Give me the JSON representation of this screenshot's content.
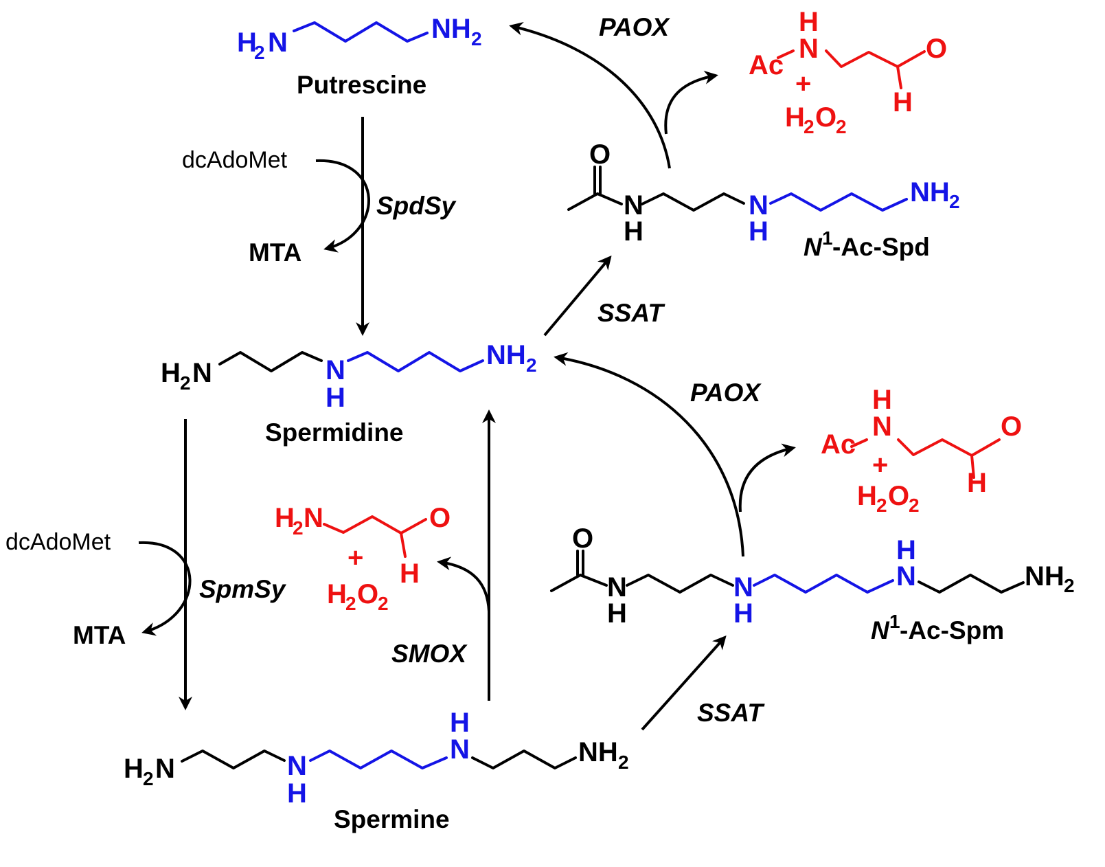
{
  "colors": {
    "polyamine_core": "#1414e6",
    "byproduct": "#ee1111",
    "ink": "#000000"
  },
  "compounds": {
    "putrescine": {
      "name": "Putrescine",
      "h2n_left": "H",
      "h2n_sub": "2",
      "h2n_n": "N",
      "nh2_right_n": "NH",
      "nh2_right_sub": "2"
    },
    "spermidine": {
      "name": "Spermidine",
      "h2n_h": "H",
      "h2n_sub": "2",
      "h2n_n": "N",
      "nh_n": "N",
      "nh_h": "H",
      "nh2_n": "NH",
      "nh2_sub": "2"
    },
    "spermine": {
      "name": "Spermine",
      "h2n_h": "H",
      "h2n_sub": "2",
      "h2n_n": "N",
      "nh1_n": "N",
      "nh1_h": "H",
      "nh2_h": "H",
      "nh2_n": "N",
      "term_n": "NH",
      "term_sub": "2"
    },
    "ac_spd": {
      "name_n": "N",
      "name_sup": "1",
      "name_rest": "-Ac-Spd",
      "o": "O",
      "amide_n": "N",
      "amide_h": "H",
      "nh_n": "N",
      "nh_h": "H",
      "term_n": "NH",
      "term_sub": "2"
    },
    "ac_spm": {
      "name_n": "N",
      "name_sup": "1",
      "name_rest": "-Ac-Spm",
      "o": "O",
      "amide_n": "N",
      "amide_h": "H",
      "nh1_n": "N",
      "nh1_h": "H",
      "nh2_h": "H",
      "nh2_n": "N",
      "term_n": "NH",
      "term_sub": "2"
    }
  },
  "byproducts": {
    "paox_top": {
      "ac": "Ac",
      "h": "H",
      "n": "N",
      "o": "O",
      "ald_h": "H",
      "plus": "+",
      "h2o2_h": "H",
      "h2o2_sub1": "2",
      "h2o2_o": "O",
      "h2o2_sub2": "2"
    },
    "paox_mid": {
      "ac": "Ac",
      "h": "H",
      "n": "N",
      "o": "O",
      "ald_h": "H",
      "plus": "+",
      "h2o2_h": "H",
      "h2o2_sub1": "2",
      "h2o2_o": "O",
      "h2o2_sub2": "2"
    },
    "smox": {
      "h2n_h": "H",
      "h2n_sub": "2",
      "h2n_n": "N",
      "o": "O",
      "ald_h": "H",
      "plus": "+",
      "h2o2_h": "H",
      "h2o2_sub1": "2",
      "h2o2_o": "O",
      "h2o2_sub2": "2"
    }
  },
  "enzymes": {
    "paox_top": "PAOX",
    "paox_mid": "PAOX",
    "spdsy": "SpdSy",
    "spmsy": "SpmSy",
    "smox": "SMOX",
    "ssat_top": "SSAT",
    "ssat_bottom": "SSAT"
  },
  "cofactors": {
    "spdsy_in": "dcAdoMet",
    "spdsy_out": "MTA",
    "spmsy_in": "dcAdoMet",
    "spmsy_out": "MTA"
  }
}
